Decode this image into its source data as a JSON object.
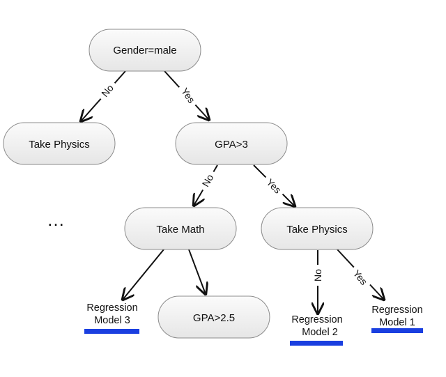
{
  "nodes": {
    "gender": "Gender=male",
    "take_physics_left": "Take Physics",
    "gpa_3": "GPA>3",
    "take_math": "Take Math",
    "take_physics_right": "Take Physics",
    "gpa_2_5": "GPA>2.5"
  },
  "leaves": {
    "regression_3": [
      "Regression",
      "Model 3"
    ],
    "regression_2": [
      "Regression",
      "Model 2"
    ],
    "regression_1": [
      "Regression",
      "Model 1"
    ]
  },
  "edges": {
    "gender_no": "No",
    "gender_yes": "Yes",
    "gpa3_no": "No",
    "gpa3_yes": "Yes",
    "physics_no": "No",
    "physics_yes": "Yes"
  },
  "ellipsis": "…",
  "colors": {
    "node_fill_top": "#fbfbfb",
    "node_fill_bottom": "#e6e6e6",
    "node_stroke": "#8c8c8c",
    "edge": "#111111",
    "underline": "#1a3fe0"
  }
}
